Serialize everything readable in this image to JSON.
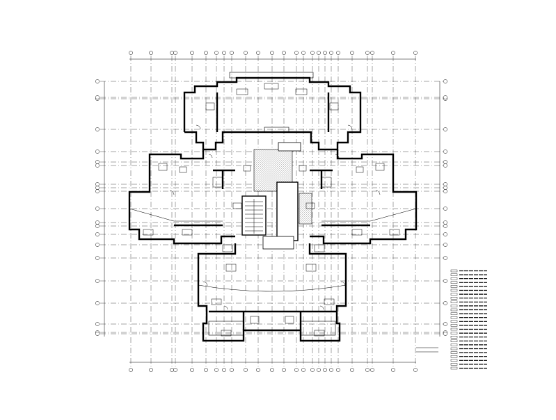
{
  "drawing": {
    "title": "",
    "scale": "",
    "view": "floor-plan",
    "line_color": "#000000",
    "background": "#ffffff",
    "hatch_color": "#555555"
  },
  "grid": {
    "vertical_count": 25,
    "horizontal_count": 21
  },
  "legend": {
    "rows": 26,
    "text": []
  }
}
